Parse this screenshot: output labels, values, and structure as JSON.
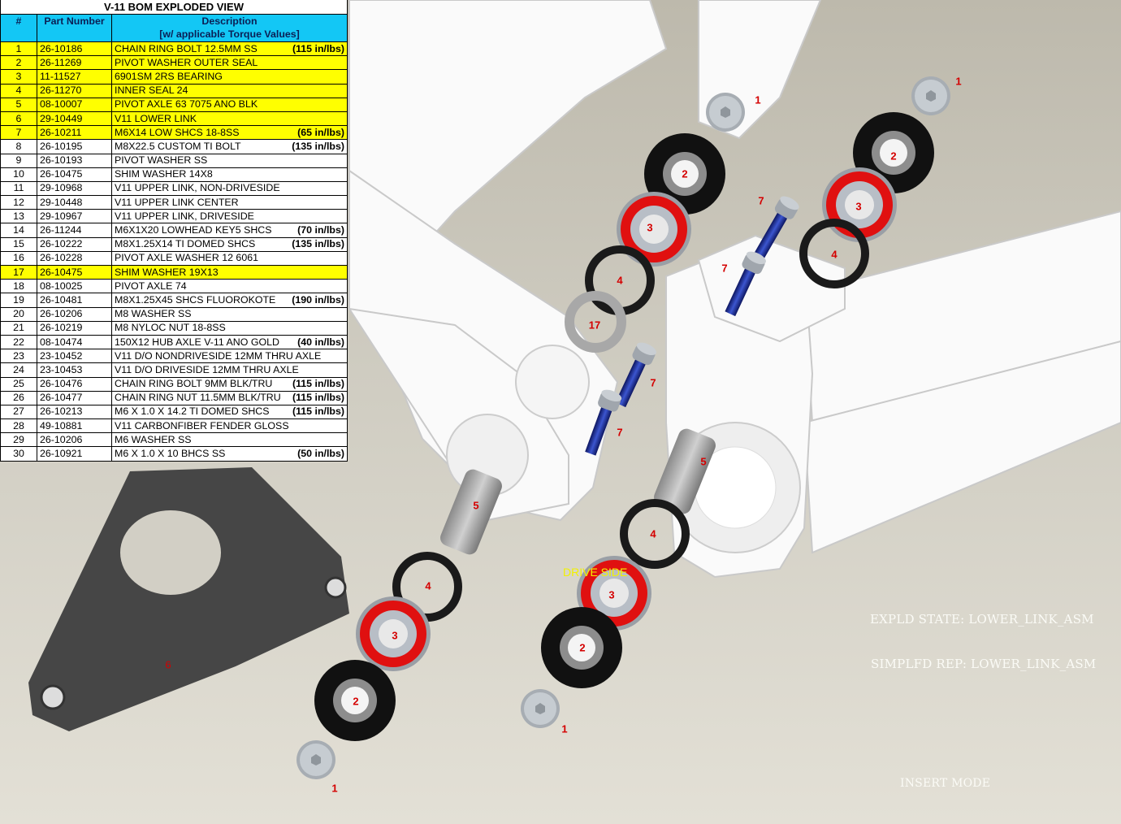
{
  "bom": {
    "title": "V-11 BOM EXPLODED VIEW",
    "headers": {
      "num": "#",
      "part": "Part Number",
      "desc_line1": "Description",
      "desc_line2": "[w/ applicable Torque Values]"
    },
    "rows": [
      {
        "num": "1",
        "part": "26-10186",
        "desc": "CHAIN RING BOLT 12.5MM SS",
        "torque": "(115 in/lbs)",
        "highlight": true
      },
      {
        "num": "2",
        "part": "26-11269",
        "desc": "PIVOT WASHER OUTER SEAL",
        "torque": "",
        "highlight": true
      },
      {
        "num": "3",
        "part": "11-11527",
        "desc": "6901SM 2RS BEARING",
        "torque": "",
        "highlight": true
      },
      {
        "num": "4",
        "part": "26-11270",
        "desc": "INNER SEAL 24",
        "torque": "",
        "highlight": true
      },
      {
        "num": "5",
        "part": "08-10007",
        "desc": "PIVOT AXLE 63 7075 ANO BLK",
        "torque": "",
        "highlight": true
      },
      {
        "num": "6",
        "part": "29-10449",
        "desc": "V11 LOWER LINK",
        "torque": "",
        "highlight": true
      },
      {
        "num": "7",
        "part": "26-10211",
        "desc": "M6X14 LOW SHCS 18-8SS",
        "torque": "(65 in/lbs)",
        "highlight": true
      },
      {
        "num": "8",
        "part": "26-10195",
        "desc": "M8X22.5 CUSTOM TI BOLT",
        "torque": "(135 in/lbs)",
        "highlight": false
      },
      {
        "num": "9",
        "part": "26-10193",
        "desc": "PIVOT WASHER SS",
        "torque": "",
        "highlight": false
      },
      {
        "num": "10",
        "part": "26-10475",
        "desc": "SHIM WASHER 14X8",
        "torque": "",
        "highlight": false
      },
      {
        "num": "11",
        "part": "29-10968",
        "desc": "V11 UPPER LINK, NON-DRIVESIDE",
        "torque": "",
        "highlight": false
      },
      {
        "num": "12",
        "part": "29-10448",
        "desc": "V11 UPPER LINK CENTER",
        "torque": "",
        "highlight": false
      },
      {
        "num": "13",
        "part": "29-10967",
        "desc": "V11 UPPER LINK, DRIVESIDE",
        "torque": "",
        "highlight": false
      },
      {
        "num": "14",
        "part": "26-11244",
        "desc": "M6X1X20 LOWHEAD KEY5 SHCS",
        "torque": "(70 in/lbs)",
        "highlight": false
      },
      {
        "num": "15",
        "part": "26-10222",
        "desc": "M8X1.25X14 TI DOMED SHCS",
        "torque": "(135 in/lbs)",
        "highlight": false
      },
      {
        "num": "16",
        "part": "26-10228",
        "desc": "PIVOT AXLE WASHER 12 6061",
        "torque": "",
        "highlight": false
      },
      {
        "num": "17",
        "part": "26-10475",
        "desc": "SHIM WASHER 19X13",
        "torque": "",
        "highlight": true
      },
      {
        "num": "18",
        "part": "08-10025",
        "desc": "PIVOT AXLE 74",
        "torque": "",
        "highlight": false
      },
      {
        "num": "19",
        "part": "26-10481",
        "desc": "M8X1.25X45 SHCS FLUOROKOTE",
        "torque": "(190 in/lbs)",
        "highlight": false
      },
      {
        "num": "20",
        "part": "26-10206",
        "desc": "M8 WASHER SS",
        "torque": "",
        "highlight": false
      },
      {
        "num": "21",
        "part": "26-10219",
        "desc": "M8 NYLOC NUT 18-8SS",
        "torque": "",
        "highlight": false
      },
      {
        "num": "22",
        "part": "08-10474",
        "desc": "150X12 HUB AXLE V-11 ANO GOLD",
        "torque": "(40 in/lbs)",
        "highlight": false
      },
      {
        "num": "23",
        "part": "23-10452",
        "desc": "V11 D/O NONDRIVESIDE 12MM THRU AXLE",
        "torque": "",
        "highlight": false
      },
      {
        "num": "24",
        "part": "23-10453",
        "desc": "V11 D/O DRIVESIDE 12MM THRU AXLE",
        "torque": "",
        "highlight": false
      },
      {
        "num": "25",
        "part": "26-10476",
        "desc": "CHAIN RING BOLT 9MM BLK/TRU",
        "torque": "(115 in/lbs)",
        "highlight": false
      },
      {
        "num": "26",
        "part": "26-10477",
        "desc": "CHAIN RING NUT 11.5MM BLK/TRU",
        "torque": "(115 in/lbs)",
        "highlight": false
      },
      {
        "num": "27",
        "part": "26-10213",
        "desc": "M6 X 1.0 X 14.2 TI DOMED SHCS",
        "torque": "(115 in/lbs)",
        "highlight": false
      },
      {
        "num": "28",
        "part": "49-10881",
        "desc": "V11 CARBONFIBER FENDER GLOSS",
        "torque": "",
        "highlight": false
      },
      {
        "num": "29",
        "part": "26-10206",
        "desc": "M6 WASHER SS",
        "torque": "",
        "highlight": false
      },
      {
        "num": "30",
        "part": "26-10921",
        "desc": "M6 X 1.0 X 10 BHCS SS",
        "torque": "(50 in/lbs)",
        "highlight": false
      }
    ]
  },
  "callouts": [
    "1",
    "1",
    "2",
    "2",
    "7",
    "3",
    "3",
    "4",
    "7",
    "4",
    "17",
    "7",
    "7",
    "5",
    "5",
    "4",
    "4",
    "3",
    "3",
    "2",
    "6",
    "2",
    "1",
    "1"
  ],
  "drive_side_label": "DRIVE SIDE",
  "status": {
    "explode_state": "EXPLD STATE:  LOWER_LINK_ASM",
    "simplified_rep": "SIMPLFD REP:  LOWER_LINK_ASM",
    "mode": "INSERT MODE"
  },
  "colors": {
    "header_bg": "#13c7f5",
    "highlight": "#ffff00",
    "callout": "#d40000",
    "bearing_seal": "#e01010",
    "bolt_thread": "#1a2a9a",
    "link": "#464646"
  }
}
